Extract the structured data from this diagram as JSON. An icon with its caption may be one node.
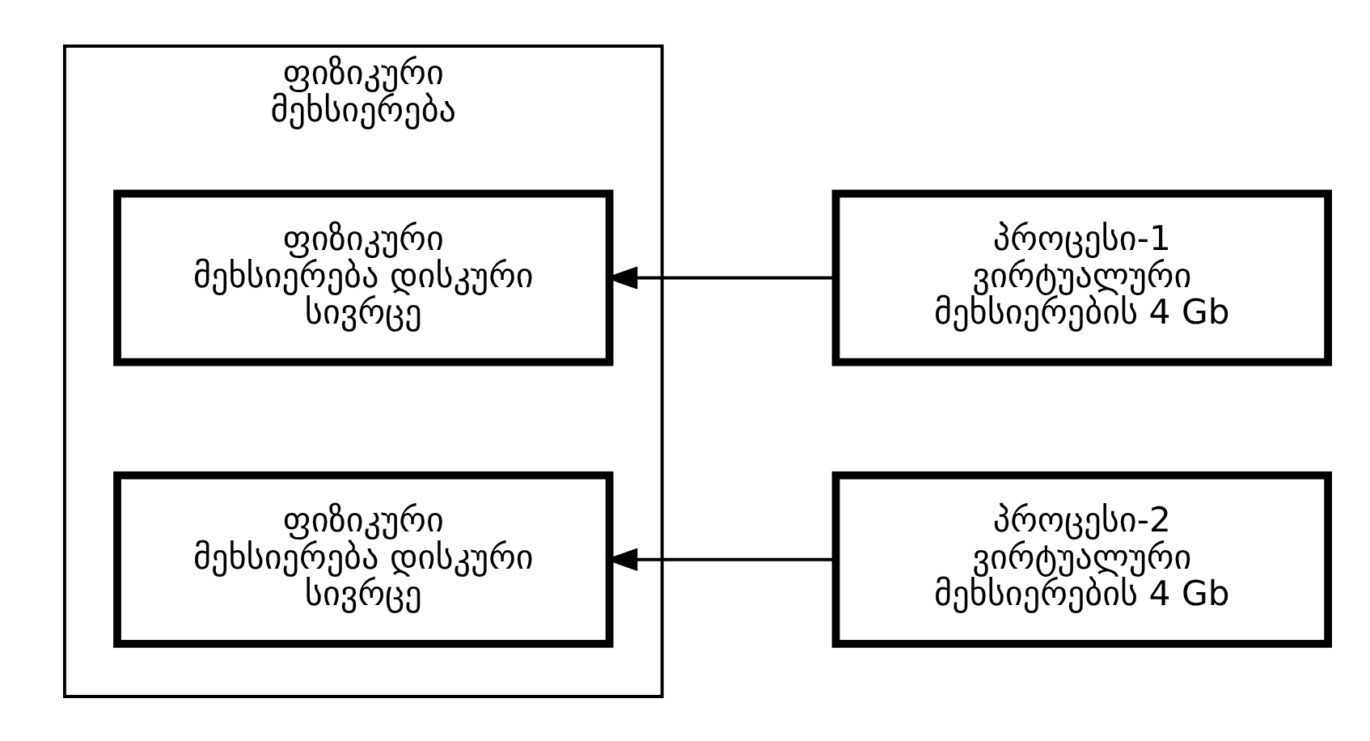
{
  "diagram": {
    "nodes": [
      {
        "text": [
          "ფიზიკური მეხსიერება"
        ]
      },
      {
        "text": [
          "ფიზიკური მეხსიერება დისკური სივრცე"
        ],
        "in": 0
      },
      {
        "text": [
          "პროცესი-1",
          "ვირტუალური მეხსიერების 4 Gb"
        ]
      },
      {
        "text": [
          "ფიზიკური მეხსიერება დისკური სივრცე"
        ],
        "in": 0
      },
      {
        "text": [
          "პროცესი-2",
          "ვირტუალური მეხსიერების 4 Gb"
        ]
      }
    ],
    "edges": [
      {
        "from": 2,
        "to": 1,
        "arrow": "to"
      },
      {
        "from": 4,
        "to": 3,
        "arrow": "to"
      }
    ]
  }
}
